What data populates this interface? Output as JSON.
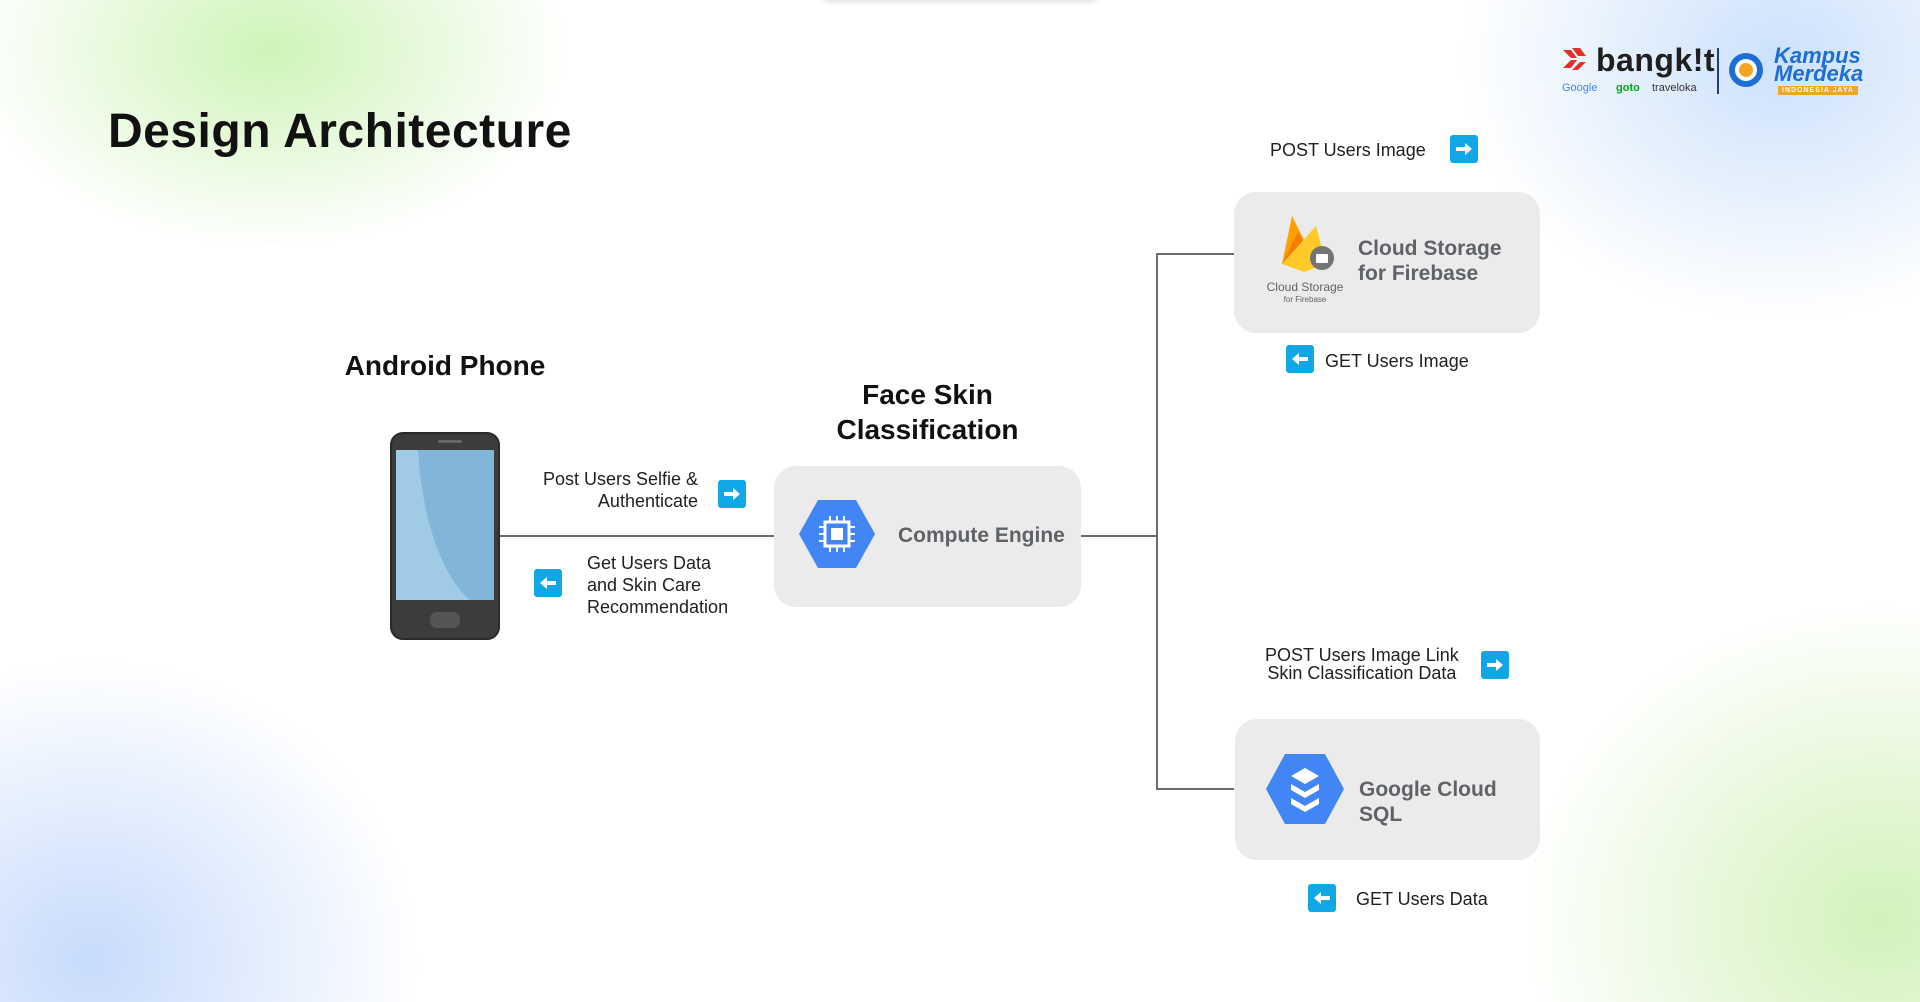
{
  "page": {
    "title": "Design Architecture"
  },
  "branding": {
    "bangkit": "bangk!t",
    "partners": [
      "Google",
      "goto",
      "traveloka"
    ],
    "kampus_merdeka": [
      "Kampus",
      "Merdeka"
    ],
    "kampus_tagline": "INDONESIA JAYA"
  },
  "diagram": {
    "android": {
      "heading": "Android Phone"
    },
    "face_skin": {
      "heading_lines": [
        "Face Skin",
        "Classification"
      ],
      "box_label": "Compute Engine"
    },
    "cloud_storage": {
      "box_label_lines": [
        "Cloud Storage",
        "for Firebase"
      ],
      "icon_caption": "Cloud Storage",
      "icon_subcaption": "for Firebase"
    },
    "cloud_sql": {
      "box_label": "Google Cloud SQL"
    },
    "labels": {
      "post_selfie_lines": [
        "Post Users Selfie &",
        "Authenticate"
      ],
      "get_users_data_lines": [
        "Get Users Data",
        "and Skin Care",
        "Recommendation"
      ],
      "post_users_image": "POST Users Image",
      "get_users_image": "GET Users Image",
      "post_image_link_lines": [
        "POST Users Image Link",
        "Skin Classification Data"
      ],
      "get_users_data": "GET Users Data"
    },
    "colors": {
      "arrow": "#10a7e6",
      "box": "#ebebeb",
      "gcp_blue": "#4285f4",
      "box_text": "#5f6368"
    }
  }
}
